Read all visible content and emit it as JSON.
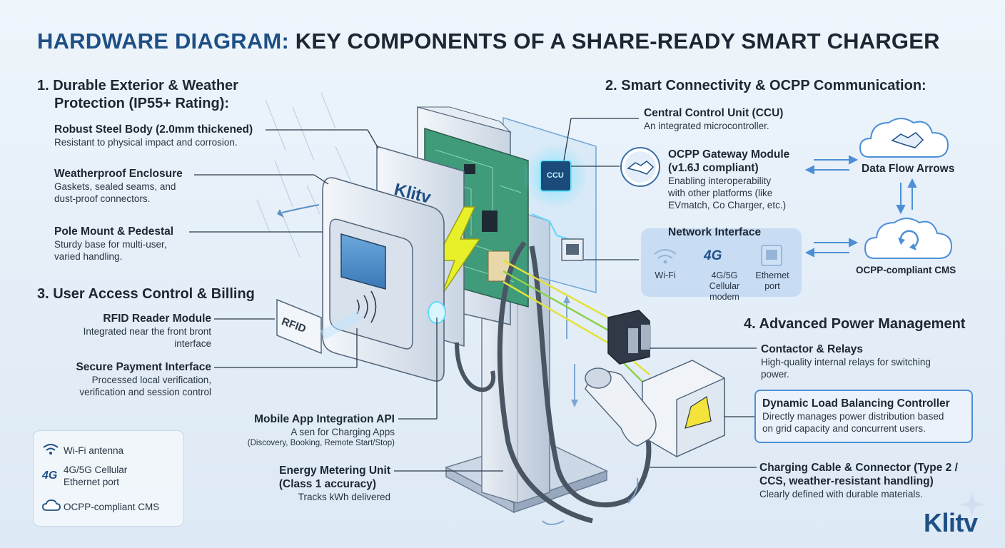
{
  "title": {
    "accent": "HARDWARE DIAGRAM:",
    "rest": " KEY COMPONENTS OF A SHARE-READY SMART CHARGER"
  },
  "sections": {
    "s1": {
      "line1": "1. Durable Exterior & Weather",
      "line2": "Protection (IP55+ Rating):"
    },
    "s2": "2. Smart Connectivity & OCPP Communication:",
    "s3": "3. User Access Control & Billing",
    "s4": "4. Advanced Power Management"
  },
  "left_labels": {
    "steel": {
      "title": "Robust Steel Body (2.0mm thickened)",
      "desc": "Resistant to physical impact and corrosion."
    },
    "weather": {
      "title": "Weatherproof Enclosure",
      "desc1": "Gaskets, sealed seams, and",
      "desc2": "dust-proof connectors."
    },
    "pole": {
      "title": "Pole Mount & Pedestal",
      "desc1": "Sturdy base for multi-user,",
      "desc2": "varied handling."
    },
    "rfid": {
      "title": "RFID Reader Module",
      "desc1": "Integrated near the front bront",
      "desc2": "interface"
    },
    "payment": {
      "title": "Secure Payment Interface",
      "desc1": "Processed local verification,",
      "desc2": "verification and session control"
    }
  },
  "center_labels": {
    "app": {
      "title": "Mobile App Integration API",
      "desc1": "A sen for Charging Apps",
      "desc2": "(Discovery, Booking, Remote Start/Stop)"
    },
    "meter": {
      "title1": "Energy Metering Unit",
      "title2": "(Class 1 accuracy)",
      "desc": "Tracks kWh delivered"
    }
  },
  "right_labels": {
    "ccu": {
      "title": "Central Control Unit (CCU)",
      "desc": "An integrated microcontroller."
    },
    "ocpp": {
      "title1": "OCPP Gateway Module",
      "title2": "(v1.6J compliant)",
      "desc1": "Enabling interoperability",
      "desc2": "with other platforms (like",
      "desc3": "EVmatch, Co Charger, etc.)"
    },
    "network": {
      "title": "Network Interface",
      "wifi": "Wi-Fi",
      "cell1": "4G/5G Cellular",
      "cell2": "modem",
      "eth1": "Ethernet",
      "eth2": "port"
    },
    "dataflow": "Data Flow Arrows",
    "cms": "OCPP-compliant CMS",
    "contactor": {
      "title": "Contactor & Relays",
      "desc1": "High-quality internal relays for switching",
      "desc2": "power."
    },
    "dlb": {
      "title": "Dynamic Load Balancing Controller",
      "desc1": "Directly manages power distribution based",
      "desc2": "on grid capacity and concurrent users."
    },
    "cable": {
      "title1": "Charging Cable & Connector (Type 2 /",
      "title2": "CCS, weather-resistant handling)",
      "desc": "Clearly defined with durable materials."
    }
  },
  "device": {
    "brand": "Klitv",
    "rfid_tag": "RFID",
    "ccu_chip": "CCU",
    "badge_4g": "4G"
  },
  "legend": {
    "wifi": "Wi-Fi antenna",
    "cell1": "4G/5G Cellular",
    "cell2": "Ethernet port",
    "cms": "OCPP-compliant CMS"
  },
  "brand_logo": "Klitv",
  "colors": {
    "title_accent": "#1e4f86",
    "bolt": "#e8f029",
    "glow": "#37c7ee",
    "panel": "#bed6f2",
    "dlb_border": "#4d8fd6"
  }
}
